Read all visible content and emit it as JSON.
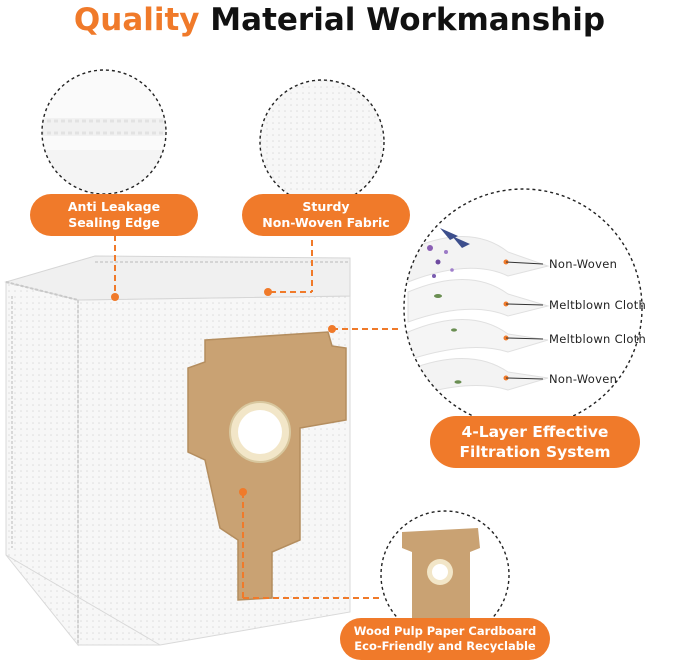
{
  "title": {
    "highlight": "Quality",
    "rest": " Material Workmanship"
  },
  "callouts": {
    "anti_leakage": [
      "Anti Leakage",
      "Sealing Edge"
    ],
    "non_woven_fabric": [
      "Sturdy",
      "Non-Woven Fabric"
    ],
    "filtration": [
      "4-Layer Effective",
      "Filtration System"
    ],
    "cardboard": [
      "Wood Pulp Paper Cardboard",
      "Eco-Friendly and Recyclable"
    ]
  },
  "layers": [
    "Non-Woven",
    "Meltblown Cloth",
    "Meltblown Cloth",
    "Non-Woven"
  ],
  "colors": {
    "accent": "#f07a2a",
    "cardboard": "#c9a273",
    "fabric": "#f4f4f4"
  }
}
